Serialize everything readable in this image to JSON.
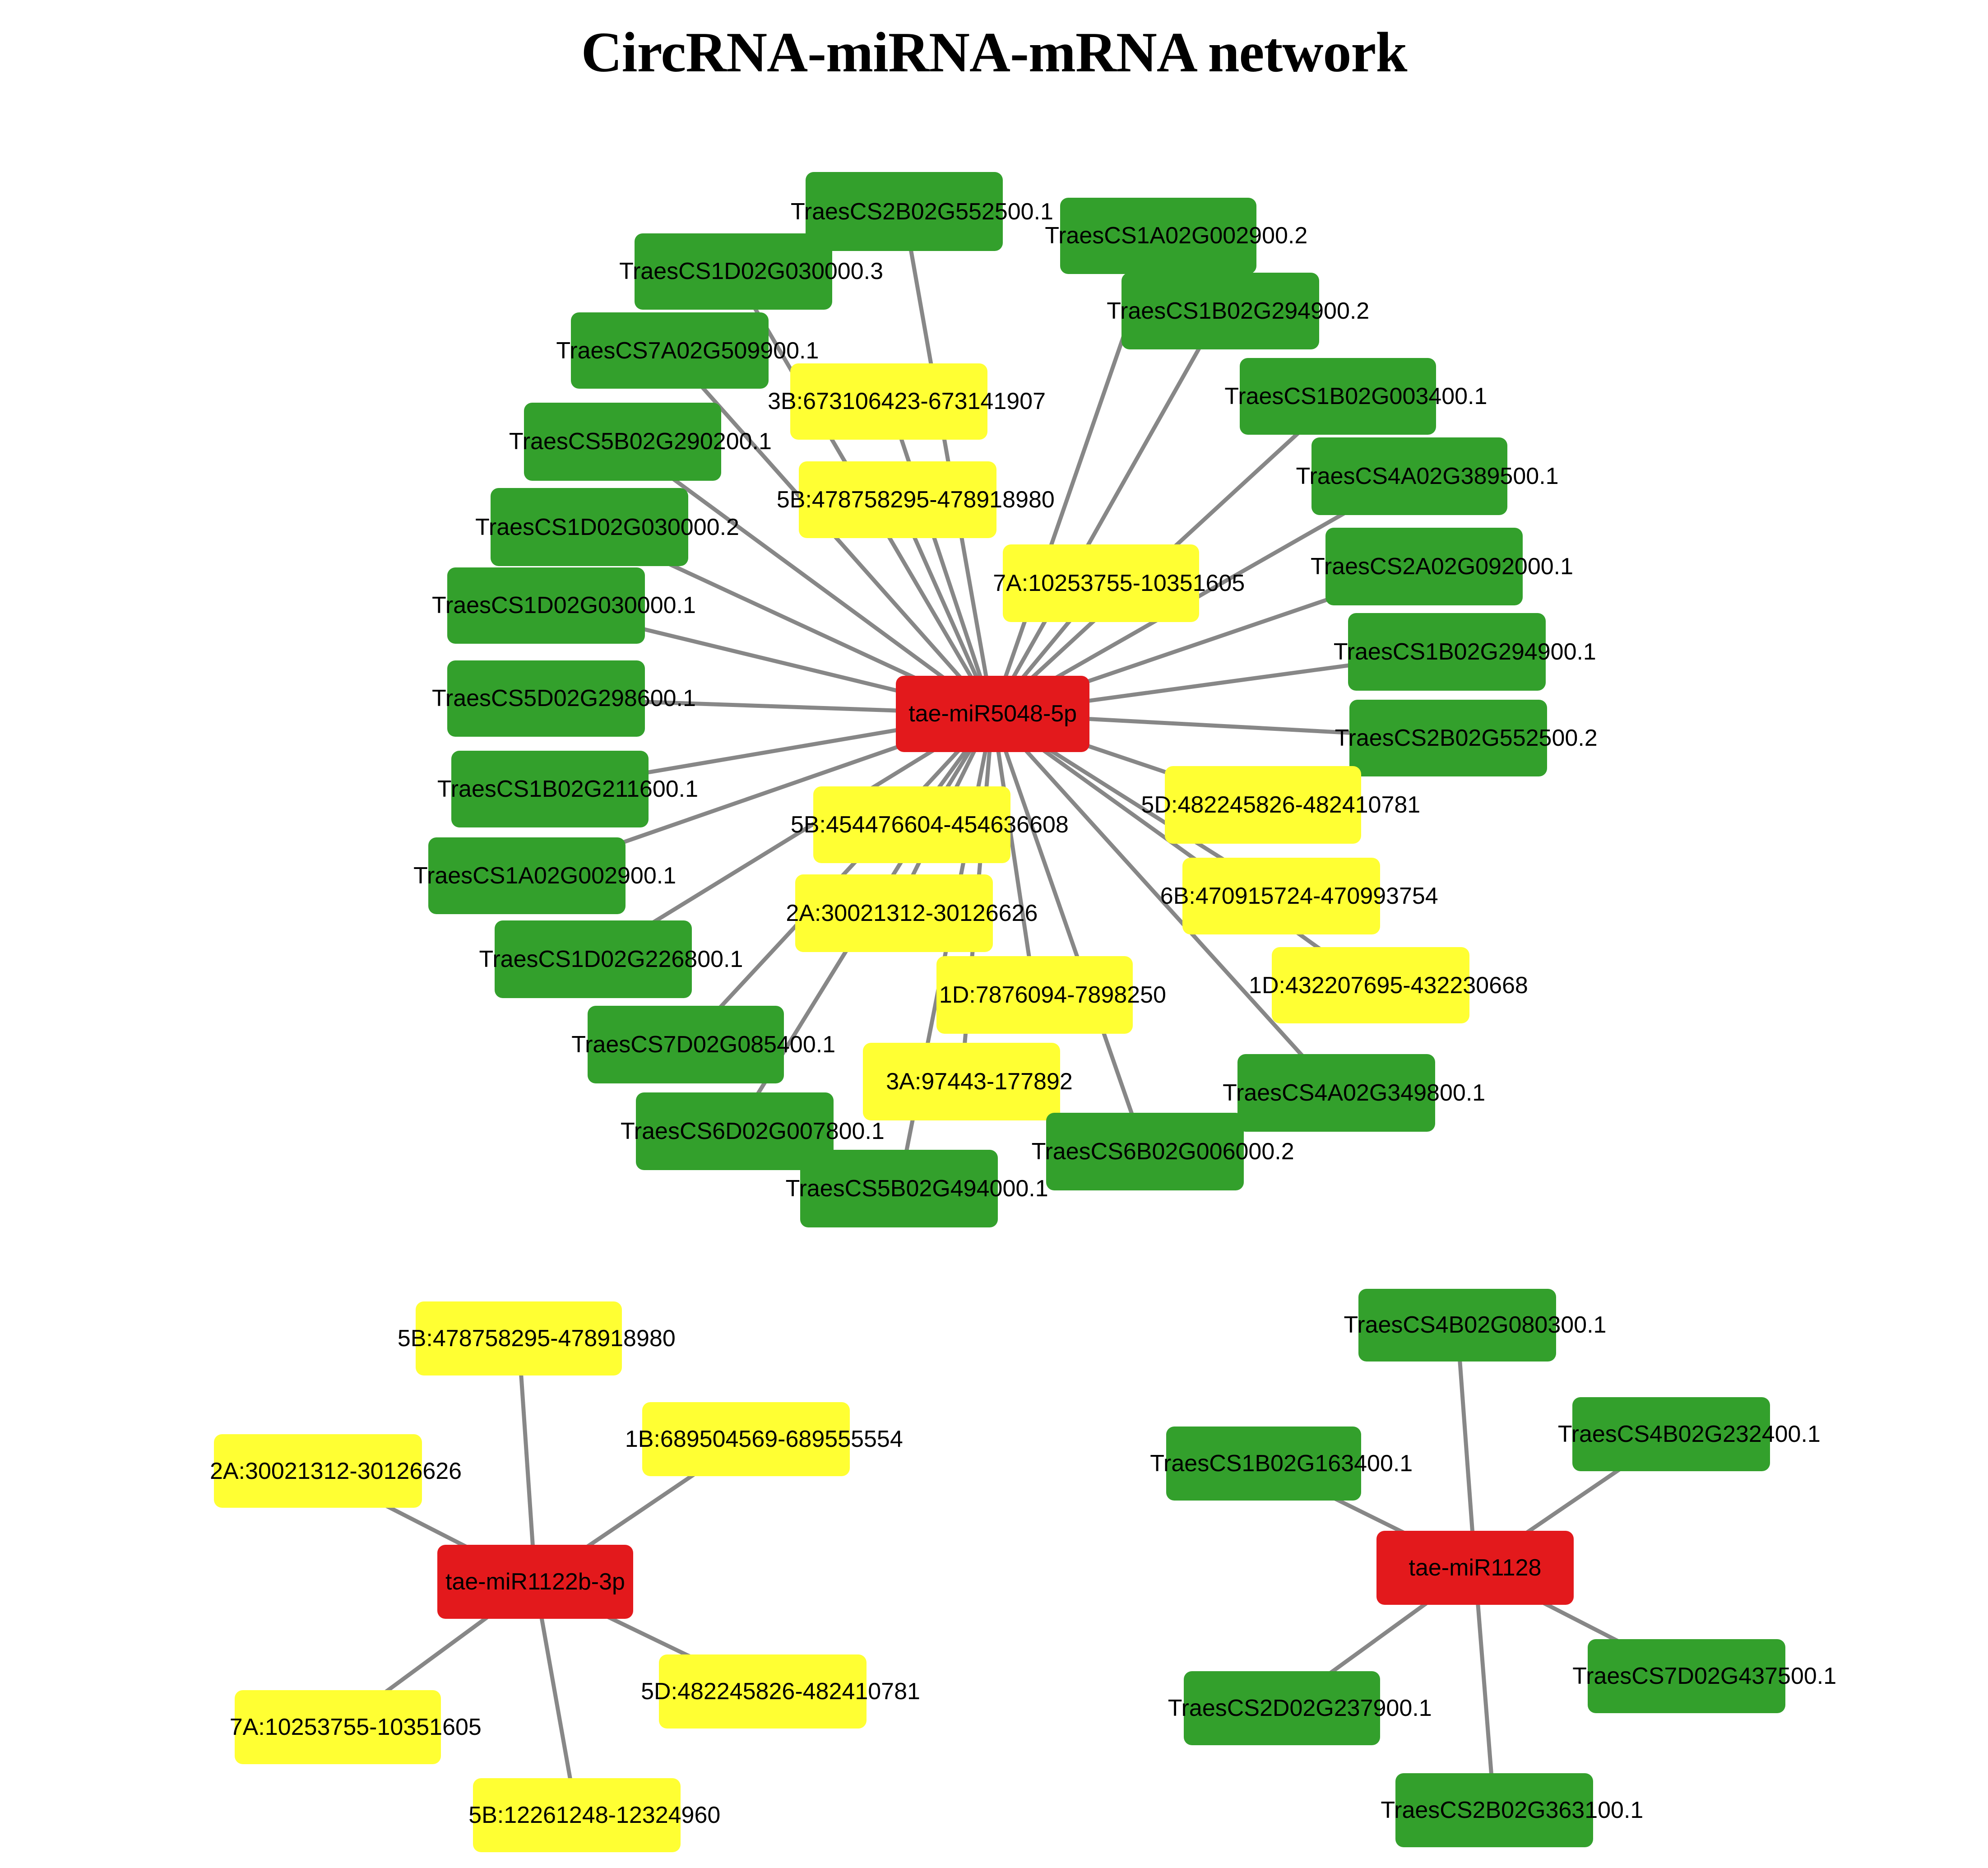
{
  "title": "CircRNA-miRNA-mRNA network",
  "colors": {
    "mirna": "#e3191c",
    "circrna": "#ffff33",
    "mrna": "#33a02c",
    "edge": "#878787"
  },
  "networks": [
    {
      "hub": "tae-miR5048-5p",
      "targets": [
        {
          "label": "TraesCS2B02G552500.1",
          "type": "mrna"
        },
        {
          "label": "TraesCS1A02G002900.2",
          "type": "mrna"
        },
        {
          "label": "TraesCS1D02G030000.3",
          "type": "mrna"
        },
        {
          "label": "TraesCS1B02G294900.2",
          "type": "mrna"
        },
        {
          "label": "TraesCS7A02G509900.1",
          "type": "mrna"
        },
        {
          "label": "TraesCS1B02G003400.1",
          "type": "mrna"
        },
        {
          "label": "3B:673106423-673141907",
          "type": "circrna"
        },
        {
          "label": "TraesCS5B02G290200.1",
          "type": "mrna"
        },
        {
          "label": "TraesCS4A02G389500.1",
          "type": "mrna"
        },
        {
          "label": "5B:478758295-478918980",
          "type": "circrna"
        },
        {
          "label": "TraesCS1D02G030000.2",
          "type": "mrna"
        },
        {
          "label": "TraesCS2A02G092000.1",
          "type": "mrna"
        },
        {
          "label": "7A:10253755-10351605",
          "type": "circrna"
        },
        {
          "label": "TraesCS1D02G030000.1",
          "type": "mrna"
        },
        {
          "label": "TraesCS1B02G294900.1",
          "type": "mrna"
        },
        {
          "label": "TraesCS5D02G298600.1",
          "type": "mrna"
        },
        {
          "label": "TraesCS2B02G552500.2",
          "type": "mrna"
        },
        {
          "label": "TraesCS1B02G211600.1",
          "type": "mrna"
        },
        {
          "label": "5D:482245826-482410781",
          "type": "circrna"
        },
        {
          "label": "5B:454476604-454636608",
          "type": "circrna"
        },
        {
          "label": "TraesCS1A02G002900.1",
          "type": "mrna"
        },
        {
          "label": "2A:30021312-30126626",
          "type": "circrna"
        },
        {
          "label": "6B:470915724-470993754",
          "type": "circrna"
        },
        {
          "label": "TraesCS1D02G226800.1",
          "type": "mrna"
        },
        {
          "label": "1D:7876094-7898250",
          "type": "circrna"
        },
        {
          "label": "1D:432207695-432230668",
          "type": "circrna"
        },
        {
          "label": "TraesCS7D02G085400.1",
          "type": "mrna"
        },
        {
          "label": "3A:97443-177892",
          "type": "circrna"
        },
        {
          "label": "TraesCS4A02G349800.1",
          "type": "mrna"
        },
        {
          "label": "TraesCS6D02G007800.1",
          "type": "mrna"
        },
        {
          "label": "TraesCS6B02G006000.2",
          "type": "mrna"
        },
        {
          "label": "TraesCS5B02G494000.1",
          "type": "mrna"
        }
      ]
    },
    {
      "hub": "tae-miR1122b-3p",
      "targets": [
        {
          "label": "5B:478758295-478918980",
          "type": "circrna"
        },
        {
          "label": "2A:30021312-30126626",
          "type": "circrna"
        },
        {
          "label": "1B:689504569-689555554",
          "type": "circrna"
        },
        {
          "label": "7A:10253755-10351605",
          "type": "circrna"
        },
        {
          "label": "5D:482245826-482410781",
          "type": "circrna"
        },
        {
          "label": "5B:12261248-12324960",
          "type": "circrna"
        }
      ]
    },
    {
      "hub": "tae-miR1128",
      "targets": [
        {
          "label": "TraesCS4B02G080300.1",
          "type": "mrna"
        },
        {
          "label": "TraesCS1B02G163400.1",
          "type": "mrna"
        },
        {
          "label": "TraesCS4B02G232400.1",
          "type": "mrna"
        },
        {
          "label": "TraesCS2D02G237900.1",
          "type": "mrna"
        },
        {
          "label": "TraesCS7D02G437500.1",
          "type": "mrna"
        },
        {
          "label": "TraesCS2B02G363100.1",
          "type": "mrna"
        }
      ]
    }
  ]
}
